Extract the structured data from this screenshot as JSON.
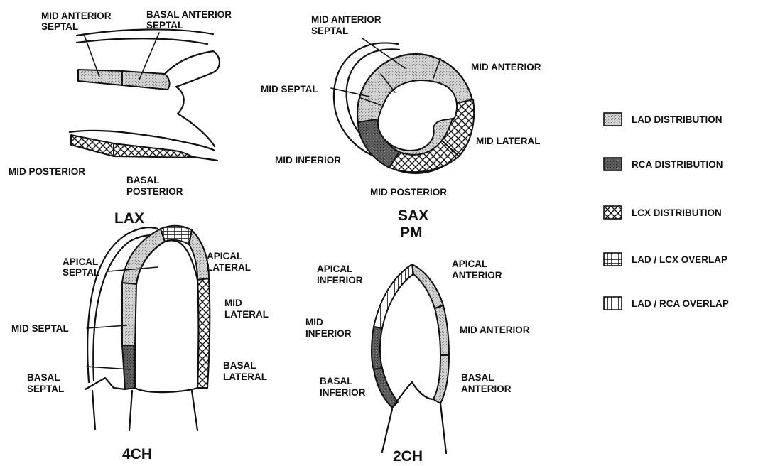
{
  "colors": {
    "lad": "#c8c8c8",
    "rca": "#555555",
    "lcx_hatch": "#111111",
    "background": "#ffffff"
  },
  "views": {
    "lax": {
      "title": "LAX",
      "labels": {
        "mid_anterior_septal": [
          "MID ANTERIOR",
          "SEPTAL"
        ],
        "basal_anterior_septal": [
          "BASAL ANTERIOR",
          "SEPTAL"
        ],
        "mid_posterior": [
          "MID POSTERIOR"
        ],
        "basal_posterior": [
          "BASAL",
          "POSTERIOR"
        ]
      }
    },
    "sax": {
      "title": [
        "SAX",
        "PM"
      ],
      "labels": {
        "mid_anterior_septal": [
          "MID ANTERIOR",
          "SEPTAL"
        ],
        "mid_anterior": [
          "MID ANTERIOR"
        ],
        "mid_septal": [
          "MID SEPTAL"
        ],
        "mid_lateral": [
          "MID LATERAL"
        ],
        "mid_inferior": [
          "MID INFERIOR"
        ],
        "mid_posterior": [
          "MID POSTERIOR"
        ]
      }
    },
    "four_ch": {
      "title": "4CH",
      "labels": {
        "apical_septal": [
          "APICAL",
          "SEPTAL"
        ],
        "apical_lateral": [
          "APICAL",
          "LATERAL"
        ],
        "mid_lateral": [
          "MID",
          "LATERAL"
        ],
        "mid_septal": [
          "MID SEPTAL"
        ],
        "basal_lateral": [
          "BASAL",
          "LATERAL"
        ],
        "basal_septal": [
          "BASAL",
          "SEPTAL"
        ]
      }
    },
    "two_ch": {
      "title": "2CH",
      "labels": {
        "apical_inferior": [
          "APICAL",
          "INFERIOR"
        ],
        "apical_anterior": [
          "APICAL",
          "ANTERIOR"
        ],
        "mid_inferior": [
          "MID",
          "INFERIOR"
        ],
        "mid_anterior": [
          "MID ANTERIOR"
        ],
        "basal_inferior": [
          "BASAL",
          "INFERIOR"
        ],
        "basal_anterior": [
          "BASAL",
          "ANTERIOR"
        ]
      }
    }
  },
  "legend": [
    {
      "pattern": "lad",
      "label": "LAD DISTRIBUTION"
    },
    {
      "pattern": "rca",
      "label": "RCA DISTRIBUTION"
    },
    {
      "pattern": "lcx",
      "label": "LCX DISTRIBUTION"
    },
    {
      "pattern": "lad_lcx",
      "label": "LAD / LCX OVERLAP"
    },
    {
      "pattern": "lad_rca",
      "label": "LAD / RCA OVERLAP"
    }
  ]
}
